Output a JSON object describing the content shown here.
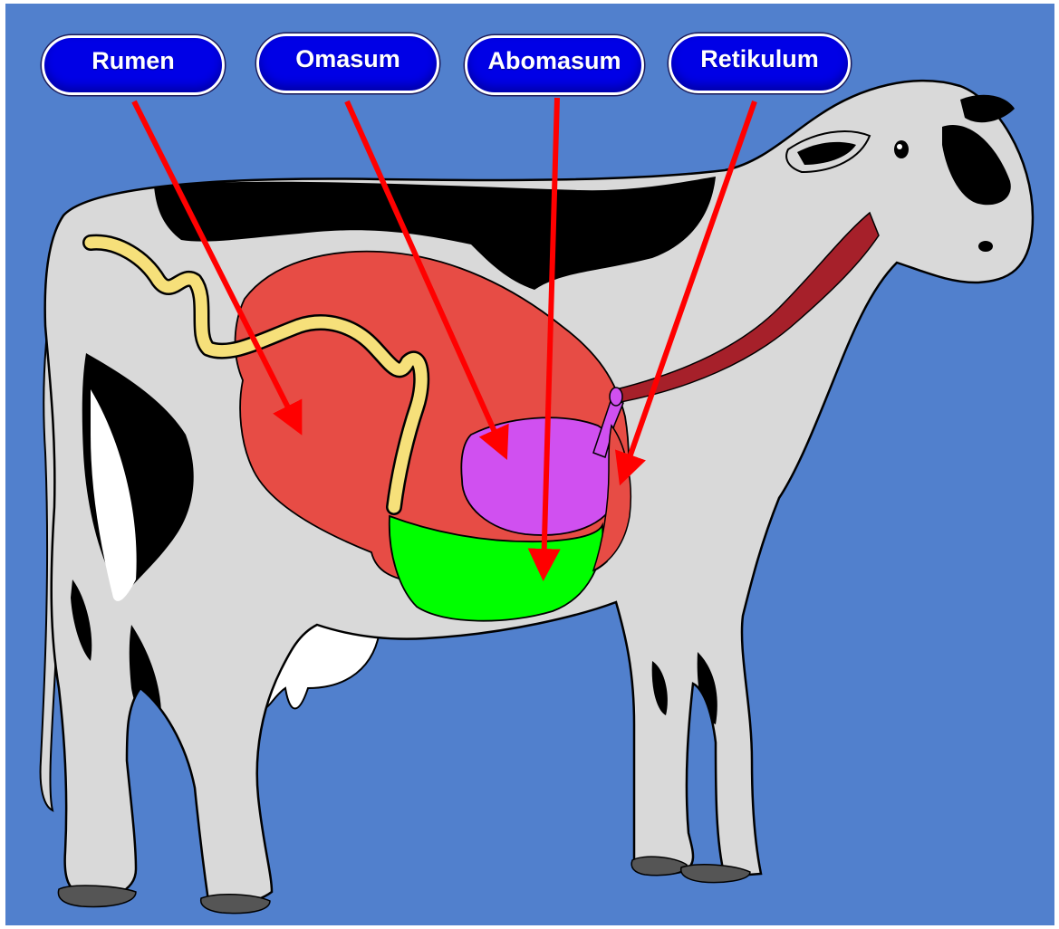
{
  "labels": {
    "rumen": "Rumen",
    "omasum": "Omasum",
    "abomasum": "Abomasum",
    "retikulum": "Retikulum"
  },
  "colors": {
    "background": "#5180cd",
    "label_fill": "#0000e6",
    "arrow": "#ff0000",
    "rumen": "#e74c45",
    "omasum": "#d050f0",
    "abomasum": "#00ff00",
    "esophagus": "#a6202a",
    "intestine": "#f6e07a",
    "cow_body": "#d9d9d9",
    "spots": "#000000"
  }
}
